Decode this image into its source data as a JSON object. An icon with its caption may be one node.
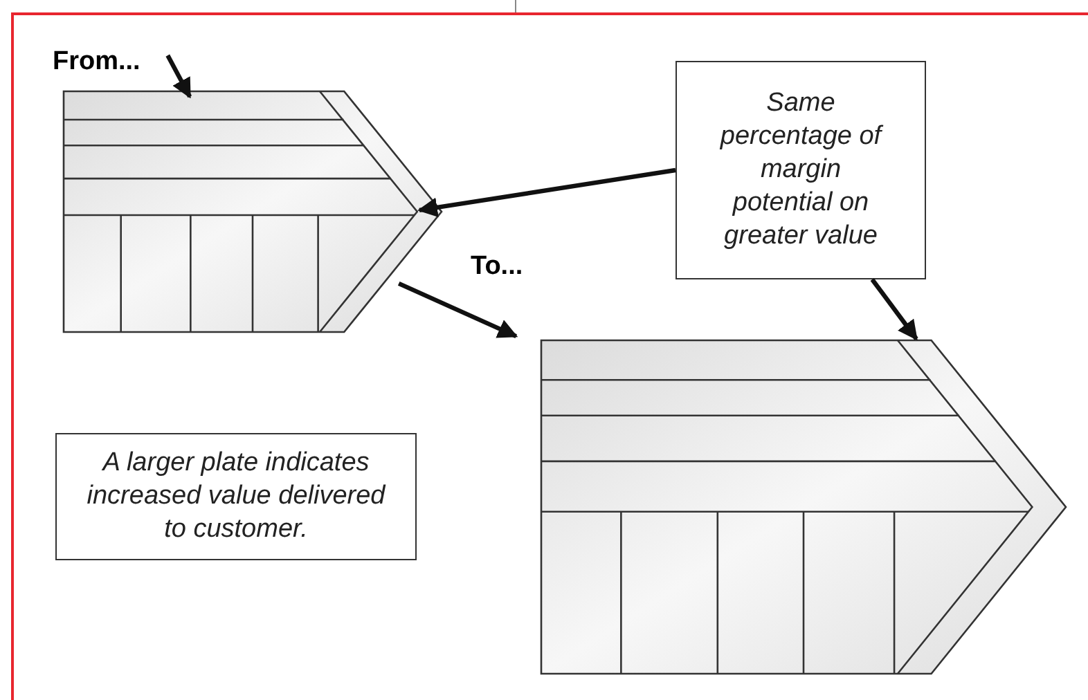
{
  "diagram": {
    "nodes": [
      {
        "text": [
          "From..."
        ]
      },
      {
        "text": [],
        "shape": "chevron"
      },
      {
        "text": [
          "Same percentage of margin potential on greater value"
        ]
      },
      {
        "text": [
          "To..."
        ]
      },
      {
        "text": [],
        "shape": "chevron"
      },
      {
        "text": [
          "A larger plate indicates increased value delivered to customer."
        ]
      }
    ],
    "edges": [
      {
        "from": 0,
        "to": 1,
        "arrow": "to"
      },
      {
        "from": 2,
        "to": 1,
        "arrow": "to"
      },
      {
        "from": 2,
        "to": 4,
        "arrow": "to"
      },
      {
        "from": 1,
        "to": 4,
        "arrow": "to"
      }
    ]
  }
}
